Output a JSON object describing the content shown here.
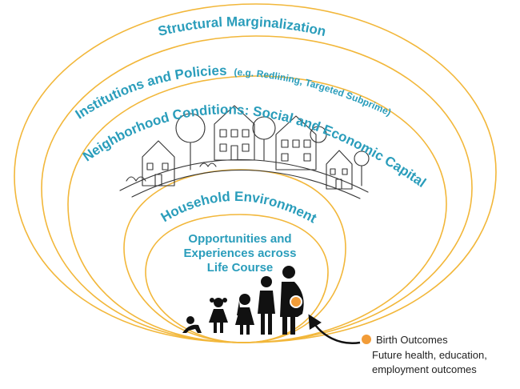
{
  "rings": {
    "structural": {
      "label": "Structural Marginalization"
    },
    "institutions": {
      "label": "Institutions and Policies",
      "note": "(e.g. Redlining, Targeted Subprime)"
    },
    "neighborhood": {
      "label": "Neighborhood Conditions: Social and Economic Capital"
    },
    "household": {
      "label": "Household Environment"
    }
  },
  "center": {
    "lines": [
      "Opportunities and",
      "Experiences across",
      "Life Course"
    ]
  },
  "legend": {
    "birth": "Birth Outcomes",
    "future_line1": "Future health, education,",
    "future_line2": "employment outcomes"
  },
  "colors": {
    "ring": "#f2b73a",
    "text": "#2a9dbb",
    "figure": "#111111",
    "dot": "#f29c38"
  },
  "icons": {
    "figures": "family-silhouette-icon",
    "houses": "neighborhood-sketch-icon",
    "arrow": "curved-arrow-icon"
  }
}
